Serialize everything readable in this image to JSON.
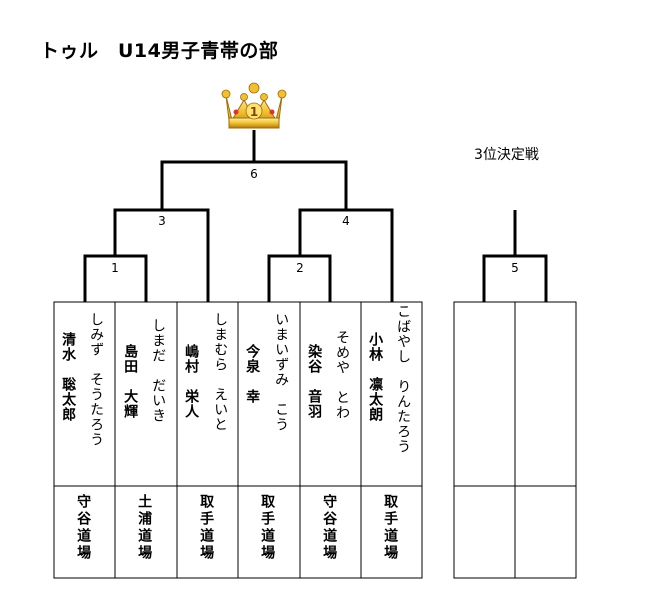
{
  "title": "トゥル　U14男子青帯の部",
  "third_place_label": "3位決定戦",
  "crown_number": "1",
  "match_numbers": {
    "m1": "1",
    "m2": "2",
    "m3": "3",
    "m4": "4",
    "m6": "6",
    "m5": "5"
  },
  "players": [
    {
      "kanji": "清水　聡太郎",
      "kana": "しみず　そうたろう",
      "dojo": "守谷道場"
    },
    {
      "kanji": "島田　大輝",
      "kana": "しまだ　だいき",
      "dojo": "土浦道場"
    },
    {
      "kanji": "嶋村　栄人",
      "kana": "しまむら　えいと",
      "dojo": "取手道場"
    },
    {
      "kanji": "今泉　幸",
      "kana": "いまいずみ　こう",
      "dojo": "取手道場"
    },
    {
      "kanji": "染谷　音羽",
      "kana": "そめや　とわ",
      "dojo": "守谷道場"
    },
    {
      "kanji": "小林　凛太朗",
      "kana": "こばやし　りんたろう",
      "dojo": "取手道場"
    }
  ],
  "colors": {
    "line": "#000000",
    "crown_gold": "#e8b020",
    "crown_dark": "#b07a10",
    "gem_red": "#e03030"
  }
}
